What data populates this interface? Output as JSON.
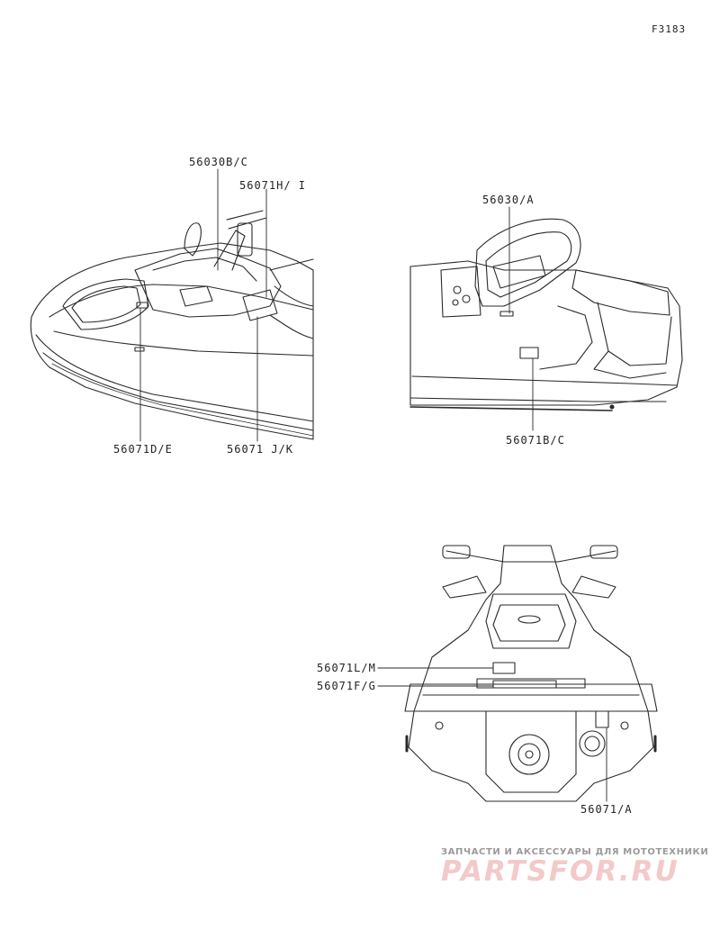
{
  "figure_code": "F3183",
  "callouts": {
    "left": [
      "56030B/C",
      "56071H/ I",
      "56071D/E",
      "56071 J/K"
    ],
    "right": [
      "56030/A",
      "56071B/C"
    ],
    "rear": [
      "56071L/M",
      "56071F/G",
      "56071/A"
    ]
  },
  "watermark": {
    "tagline": "ЗАПЧАСТИ И АКСЕССУАРЫ ДЛЯ МОТОТЕХНИКИ",
    "logo": "PARTSFOR.RU"
  }
}
